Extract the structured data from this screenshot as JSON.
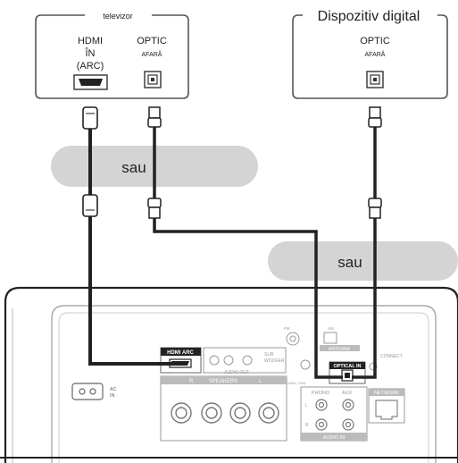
{
  "tv": {
    "title": "televizor",
    "hdmi_label": [
      "HDMI",
      "ÎN",
      "(ARC)"
    ],
    "optic_label": "OPTIC",
    "optic_sub": "AFARĂ"
  },
  "digital_device": {
    "title": "Dispozitiv digital",
    "optic_label": "OPTIC",
    "optic_sub": "AFARĂ"
  },
  "or_labels": [
    "sau",
    "sau"
  ],
  "receiver": {
    "ac_in": [
      "AC",
      "IN"
    ],
    "hdmi_arc": "HDMI ARC",
    "subwoofer": [
      "SUB",
      "WOOFER"
    ],
    "audio_out": "AUDIO OUT",
    "antenna_fm": "FM",
    "antenna_am": "AM",
    "antenna": "ANTENNA",
    "optical_in": "OPTICAL IN",
    "connect": "CONNECT",
    "speakers": "SPEAKERS",
    "speaker_right": "R",
    "speaker_left": "L",
    "phono": "PHONO",
    "aux": "AUX",
    "audio_in": "AUDIO IN",
    "network": "NETWORK",
    "signal_gnd": "SIGNAL GND",
    "channel_l": "L",
    "channel_r": "R"
  }
}
